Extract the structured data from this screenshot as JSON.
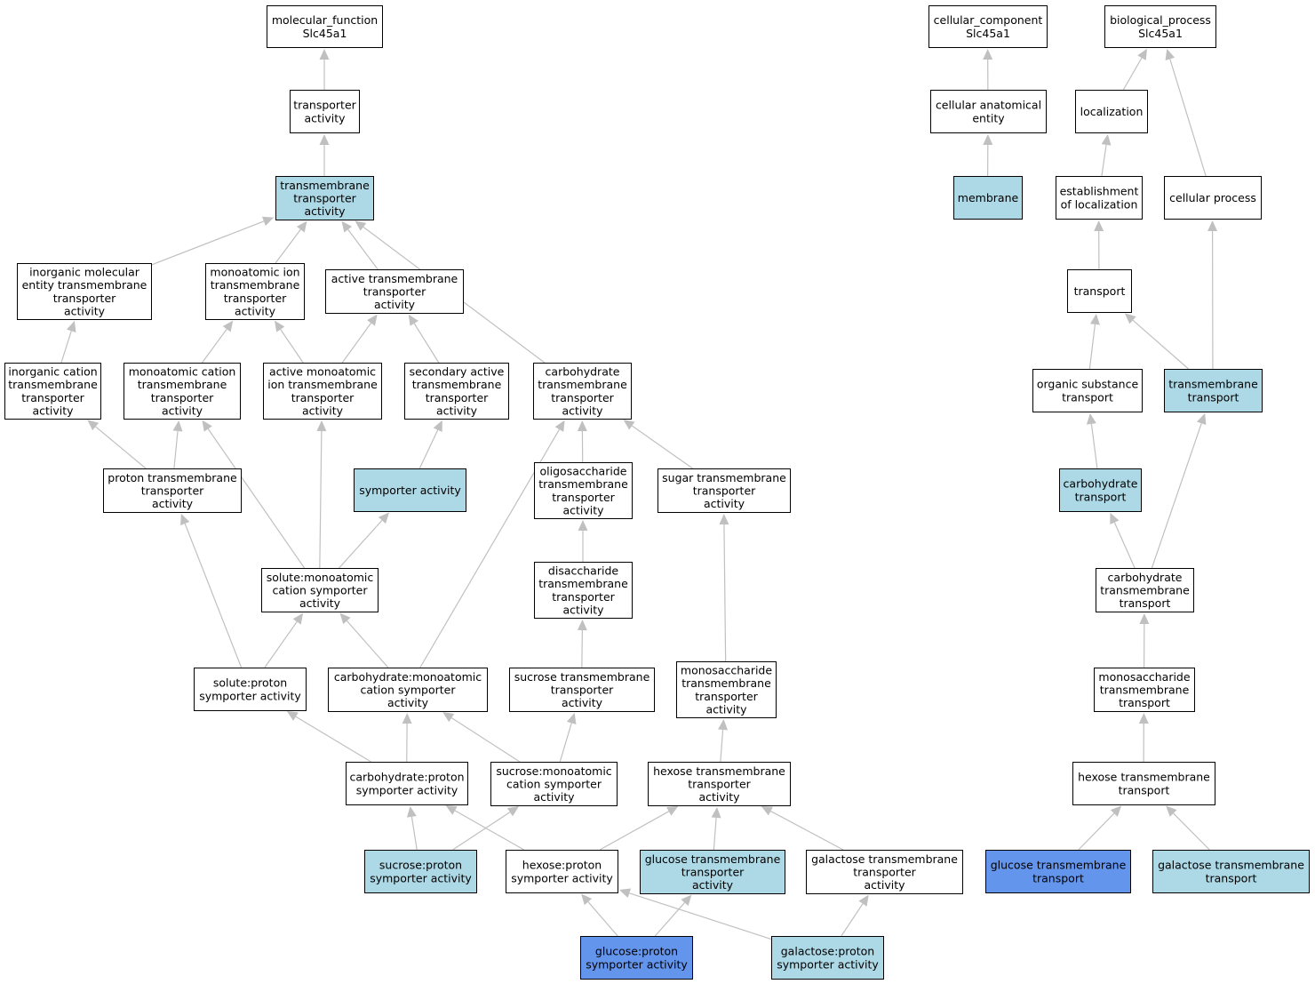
{
  "colors": {
    "default_fill": "#ffffff",
    "light_fill": "#add8e6",
    "strong_fill": "#6495ed",
    "edge": "#c0c0c0",
    "border": "#000000"
  },
  "nodes": [
    {
      "id": "molecular_function",
      "lines": [
        "molecular_function",
        "Slc45a1"
      ],
      "style": "default"
    },
    {
      "id": "transporter_activity",
      "lines": [
        "transporter",
        "activity"
      ],
      "style": "default"
    },
    {
      "id": "transmembrane_transporter_activity",
      "lines": [
        "transmembrane",
        "transporter",
        "activity"
      ],
      "style": "light"
    },
    {
      "id": "inorganic_molecular_entity_tm",
      "lines": [
        "inorganic molecular",
        "entity transmembrane",
        "transporter",
        "activity"
      ],
      "style": "default"
    },
    {
      "id": "monoatomic_ion_tm",
      "lines": [
        "monoatomic ion",
        "transmembrane",
        "transporter",
        "activity"
      ],
      "style": "default"
    },
    {
      "id": "active_tm",
      "lines": [
        "active transmembrane",
        "transporter",
        "activity"
      ],
      "style": "default"
    },
    {
      "id": "inorganic_cation_tm",
      "lines": [
        "inorganic cation",
        "transmembrane",
        "transporter",
        "activity"
      ],
      "style": "default"
    },
    {
      "id": "monoatomic_cation_tm",
      "lines": [
        "monoatomic cation",
        "transmembrane",
        "transporter",
        "activity"
      ],
      "style": "default"
    },
    {
      "id": "active_monoatomic_ion_tm",
      "lines": [
        "active monoatomic",
        "ion transmembrane",
        "transporter",
        "activity"
      ],
      "style": "default"
    },
    {
      "id": "secondary_active_tm",
      "lines": [
        "secondary active",
        "transmembrane",
        "transporter",
        "activity"
      ],
      "style": "default"
    },
    {
      "id": "carbohydrate_tm_activity",
      "lines": [
        "carbohydrate",
        "transmembrane",
        "transporter",
        "activity"
      ],
      "style": "default"
    },
    {
      "id": "proton_tm",
      "lines": [
        "proton transmembrane",
        "transporter",
        "activity"
      ],
      "style": "default"
    },
    {
      "id": "symporter_activity",
      "lines": [
        "symporter activity"
      ],
      "style": "light"
    },
    {
      "id": "oligosaccharide_tm",
      "lines": [
        "oligosaccharide",
        "transmembrane",
        "transporter",
        "activity"
      ],
      "style": "default"
    },
    {
      "id": "sugar_tm",
      "lines": [
        "sugar transmembrane",
        "transporter",
        "activity"
      ],
      "style": "default"
    },
    {
      "id": "solute_monoatomic_cation_symporter",
      "lines": [
        "solute:monoatomic",
        "cation symporter",
        "activity"
      ],
      "style": "default"
    },
    {
      "id": "disaccharide_tm",
      "lines": [
        "disaccharide",
        "transmembrane",
        "transporter",
        "activity"
      ],
      "style": "default"
    },
    {
      "id": "solute_proton_symporter",
      "lines": [
        "solute:proton",
        "symporter activity"
      ],
      "style": "default"
    },
    {
      "id": "carbohydrate_monoatomic_cation_symporter",
      "lines": [
        "carbohydrate:monoatomic",
        "cation symporter",
        "activity"
      ],
      "style": "default"
    },
    {
      "id": "sucrose_tm",
      "lines": [
        "sucrose transmembrane",
        "transporter",
        "activity"
      ],
      "style": "default"
    },
    {
      "id": "monosaccharide_tm_activity",
      "lines": [
        "monosaccharide",
        "transmembrane",
        "transporter",
        "activity"
      ],
      "style": "default"
    },
    {
      "id": "carbohydrate_proton_symporter",
      "lines": [
        "carbohydrate:proton",
        "symporter activity"
      ],
      "style": "default"
    },
    {
      "id": "sucrose_monoatomic_cation_symporter",
      "lines": [
        "sucrose:monoatomic",
        "cation symporter",
        "activity"
      ],
      "style": "default"
    },
    {
      "id": "hexose_tm_activity",
      "lines": [
        "hexose transmembrane",
        "transporter",
        "activity"
      ],
      "style": "default"
    },
    {
      "id": "sucrose_proton_symporter",
      "lines": [
        "sucrose:proton",
        "symporter activity"
      ],
      "style": "light"
    },
    {
      "id": "hexose_proton_symporter",
      "lines": [
        "hexose:proton",
        "symporter activity"
      ],
      "style": "default"
    },
    {
      "id": "glucose_tm_activity",
      "lines": [
        "glucose transmembrane",
        "transporter",
        "activity"
      ],
      "style": "light"
    },
    {
      "id": "galactose_tm_activity",
      "lines": [
        "galactose transmembrane",
        "transporter",
        "activity"
      ],
      "style": "default"
    },
    {
      "id": "glucose_proton_symporter",
      "lines": [
        "glucose:proton",
        "symporter activity"
      ],
      "style": "strong"
    },
    {
      "id": "galactose_proton_symporter",
      "lines": [
        "galactose:proton",
        "symporter activity"
      ],
      "style": "light"
    },
    {
      "id": "cellular_component",
      "lines": [
        "cellular_component",
        "Slc45a1"
      ],
      "style": "default"
    },
    {
      "id": "cellular_anatomical_entity",
      "lines": [
        "cellular anatomical",
        "entity"
      ],
      "style": "default"
    },
    {
      "id": "membrane",
      "lines": [
        "membrane"
      ],
      "style": "light"
    },
    {
      "id": "biological_process",
      "lines": [
        "biological_process",
        "Slc45a1"
      ],
      "style": "default"
    },
    {
      "id": "localization",
      "lines": [
        "localization"
      ],
      "style": "default"
    },
    {
      "id": "establishment_of_localization",
      "lines": [
        "establishment",
        "of localization"
      ],
      "style": "default"
    },
    {
      "id": "cellular_process",
      "lines": [
        "cellular process"
      ],
      "style": "default"
    },
    {
      "id": "transport",
      "lines": [
        "transport"
      ],
      "style": "default"
    },
    {
      "id": "organic_substance_transport",
      "lines": [
        "organic substance",
        "transport"
      ],
      "style": "default"
    },
    {
      "id": "transmembrane_transport",
      "lines": [
        "transmembrane",
        "transport"
      ],
      "style": "light"
    },
    {
      "id": "carbohydrate_transport",
      "lines": [
        "carbohydrate",
        "transport"
      ],
      "style": "light"
    },
    {
      "id": "carbohydrate_tm_transport",
      "lines": [
        "carbohydrate",
        "transmembrane",
        "transport"
      ],
      "style": "default"
    },
    {
      "id": "monosaccharide_tm_transport",
      "lines": [
        "monosaccharide",
        "transmembrane",
        "transport"
      ],
      "style": "default"
    },
    {
      "id": "hexose_tm_transport",
      "lines": [
        "hexose transmembrane",
        "transport"
      ],
      "style": "default"
    },
    {
      "id": "glucose_tm_transport",
      "lines": [
        "glucose transmembrane",
        "transport"
      ],
      "style": "strong"
    },
    {
      "id": "galactose_tm_transport",
      "lines": [
        "galactose transmembrane",
        "transport"
      ],
      "style": "light"
    }
  ],
  "edges": [
    [
      "transporter_activity",
      "molecular_function"
    ],
    [
      "transmembrane_transporter_activity",
      "transporter_activity"
    ],
    [
      "inorganic_molecular_entity_tm",
      "transmembrane_transporter_activity"
    ],
    [
      "monoatomic_ion_tm",
      "transmembrane_transporter_activity"
    ],
    [
      "active_tm",
      "transmembrane_transporter_activity"
    ],
    [
      "carbohydrate_tm_activity",
      "transmembrane_transporter_activity"
    ],
    [
      "inorganic_cation_tm",
      "inorganic_molecular_entity_tm"
    ],
    [
      "monoatomic_cation_tm",
      "monoatomic_ion_tm"
    ],
    [
      "active_monoatomic_ion_tm",
      "monoatomic_ion_tm"
    ],
    [
      "active_monoatomic_ion_tm",
      "active_tm"
    ],
    [
      "secondary_active_tm",
      "active_tm"
    ],
    [
      "proton_tm",
      "inorganic_cation_tm"
    ],
    [
      "proton_tm",
      "monoatomic_cation_tm"
    ],
    [
      "symporter_activity",
      "secondary_active_tm"
    ],
    [
      "oligosaccharide_tm",
      "carbohydrate_tm_activity"
    ],
    [
      "sugar_tm",
      "carbohydrate_tm_activity"
    ],
    [
      "solute_monoatomic_cation_symporter",
      "monoatomic_cation_tm"
    ],
    [
      "solute_monoatomic_cation_symporter",
      "active_monoatomic_ion_tm"
    ],
    [
      "solute_monoatomic_cation_symporter",
      "symporter_activity"
    ],
    [
      "disaccharide_tm",
      "oligosaccharide_tm"
    ],
    [
      "solute_proton_symporter",
      "proton_tm"
    ],
    [
      "solute_proton_symporter",
      "solute_monoatomic_cation_symporter"
    ],
    [
      "carbohydrate_monoatomic_cation_symporter",
      "solute_monoatomic_cation_symporter"
    ],
    [
      "carbohydrate_monoatomic_cation_symporter",
      "carbohydrate_tm_activity"
    ],
    [
      "sucrose_tm",
      "disaccharide_tm"
    ],
    [
      "monosaccharide_tm_activity",
      "sugar_tm"
    ],
    [
      "carbohydrate_proton_symporter",
      "solute_proton_symporter"
    ],
    [
      "carbohydrate_proton_symporter",
      "carbohydrate_monoatomic_cation_symporter"
    ],
    [
      "sucrose_monoatomic_cation_symporter",
      "carbohydrate_monoatomic_cation_symporter"
    ],
    [
      "sucrose_monoatomic_cation_symporter",
      "sucrose_tm"
    ],
    [
      "hexose_tm_activity",
      "monosaccharide_tm_activity"
    ],
    [
      "sucrose_proton_symporter",
      "carbohydrate_proton_symporter"
    ],
    [
      "sucrose_proton_symporter",
      "sucrose_monoatomic_cation_symporter"
    ],
    [
      "hexose_proton_symporter",
      "carbohydrate_proton_symporter"
    ],
    [
      "hexose_proton_symporter",
      "hexose_tm_activity"
    ],
    [
      "glucose_tm_activity",
      "hexose_tm_activity"
    ],
    [
      "galactose_tm_activity",
      "hexose_tm_activity"
    ],
    [
      "glucose_proton_symporter",
      "hexose_proton_symporter"
    ],
    [
      "glucose_proton_symporter",
      "glucose_tm_activity"
    ],
    [
      "galactose_proton_symporter",
      "hexose_proton_symporter"
    ],
    [
      "galactose_proton_symporter",
      "galactose_tm_activity"
    ],
    [
      "cellular_anatomical_entity",
      "cellular_component"
    ],
    [
      "membrane",
      "cellular_anatomical_entity"
    ],
    [
      "localization",
      "biological_process"
    ],
    [
      "cellular_process",
      "biological_process"
    ],
    [
      "establishment_of_localization",
      "localization"
    ],
    [
      "transport",
      "establishment_of_localization"
    ],
    [
      "organic_substance_transport",
      "transport"
    ],
    [
      "transmembrane_transport",
      "transport"
    ],
    [
      "transmembrane_transport",
      "cellular_process"
    ],
    [
      "carbohydrate_transport",
      "organic_substance_transport"
    ],
    [
      "carbohydrate_tm_transport",
      "carbohydrate_transport"
    ],
    [
      "carbohydrate_tm_transport",
      "transmembrane_transport"
    ],
    [
      "monosaccharide_tm_transport",
      "carbohydrate_tm_transport"
    ],
    [
      "hexose_tm_transport",
      "monosaccharide_tm_transport"
    ],
    [
      "glucose_tm_transport",
      "hexose_tm_transport"
    ],
    [
      "galactose_tm_transport",
      "hexose_tm_transport"
    ]
  ]
}
